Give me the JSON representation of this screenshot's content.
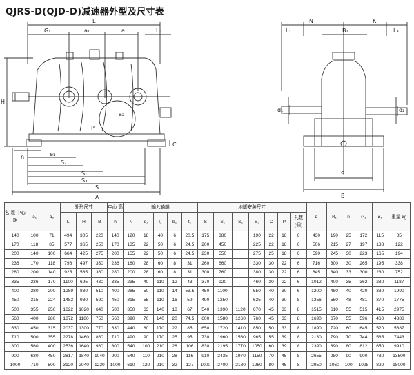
{
  "title": "QJRS-D(QJD-D)减速器外型及尺寸表",
  "drawing_labels": {
    "L": "L",
    "G1": "G₁",
    "a1": "a₁",
    "L1": "L₁",
    "H": "H",
    "n": "n",
    "e1": "e₁",
    "S2": "S₂",
    "S1": "S₁",
    "S3": "S₃",
    "S": "S",
    "A": "A",
    "P": "P",
    "C": "C",
    "a2": "a₂",
    "N": "N",
    "K": "K",
    "B1": "B₁",
    "d1": "d₁",
    "d2": "d₂",
    "B": "B",
    "Ls": "L₃"
  },
  "table": {
    "head": {
      "center_distance": "名 義 中心距",
      "a1": "a₁",
      "a2": "a₂",
      "outline": "外形尺寸",
      "center_height": "中心 高",
      "shaft": "輸入轴端",
      "foot": "地脚安装尺寸",
      "A": "A",
      "B1": "B₁",
      "n": "n",
      "G1": "G₁",
      "e1": "e₁",
      "weight": "重量 kg",
      "L": "L",
      "H": "H",
      "B": "B",
      "h": "h",
      "N": "N",
      "d2": "d₂",
      "l2": "l₂",
      "b2": "b₂",
      "t2": "t₂",
      "S": "S",
      "S1": "S₁",
      "S2": "S₂",
      "S3": "S₃",
      "C": "C",
      "P": "P",
      "holes": "孔数 (個)"
    },
    "rows": [
      [
        "140",
        "100",
        "71",
        "494",
        "305",
        "220",
        "140",
        "120",
        "18",
        "40",
        "6",
        "20.5",
        "175",
        "380",
        "",
        "190",
        "22",
        "18",
        "6",
        "430",
        "190",
        "25",
        "172",
        "115",
        "85"
      ],
      [
        "170",
        "118",
        "85",
        "577",
        "365",
        "250",
        "170",
        "135",
        "22",
        "50",
        "6",
        "24.5",
        "200",
        "450",
        "",
        "225",
        "22",
        "18",
        "6",
        "506",
        "215",
        "27",
        "197",
        "138",
        "122"
      ],
      [
        "200",
        "140",
        "100",
        "664",
        "425",
        "275",
        "200",
        "155",
        "22",
        "50",
        "6",
        "24.5",
        "230",
        "550",
        "",
        "275",
        "25",
        "18",
        "6",
        "590",
        "245",
        "30",
        "223",
        "165",
        "194"
      ],
      [
        "236",
        "170",
        "118",
        "796",
        "497",
        "330",
        "236",
        "180",
        "28",
        "60",
        "8",
        "31",
        "260",
        "660",
        "",
        "330",
        "30",
        "22",
        "6",
        "716",
        "300",
        "30",
        "265",
        "195",
        "338"
      ],
      [
        "280",
        "200",
        "140",
        "925",
        "585",
        "360",
        "280",
        "200",
        "28",
        "60",
        "8",
        "31",
        "300",
        "760",
        "",
        "380",
        "30",
        "22",
        "6",
        "845",
        "340",
        "33",
        "300",
        "230",
        "752"
      ],
      [
        "335",
        "236",
        "170",
        "1100",
        "695",
        "430",
        "335",
        "235",
        "40",
        "110",
        "12",
        "43",
        "370",
        "920",
        "",
        "460",
        "30",
        "22",
        "6",
        "1012",
        "400",
        "35",
        "362",
        "280",
        "1187"
      ],
      [
        "400",
        "280",
        "200",
        "1289",
        "830",
        "510",
        "400",
        "285",
        "50",
        "110",
        "14",
        "53.5",
        "450",
        "1100",
        "",
        "550",
        "40",
        "30",
        "6",
        "1200",
        "480",
        "40",
        "420",
        "330",
        "1990"
      ],
      [
        "450",
        "315",
        "224",
        "1482",
        "930",
        "590",
        "450",
        "315",
        "55",
        "110",
        "16",
        "59",
        "490",
        "1250",
        "",
        "625",
        "40",
        "30",
        "8",
        "1356",
        "550",
        "48",
        "481",
        "370",
        "1775"
      ],
      [
        "500",
        "355",
        "250",
        "1622",
        "1020",
        "640",
        "500",
        "350",
        "63",
        "140",
        "18",
        "67",
        "540",
        "1390",
        "1120",
        "670",
        "45",
        "33",
        "8",
        "1515",
        "610",
        "55",
        "515",
        "415",
        "2975"
      ],
      [
        "560",
        "400",
        "280",
        "1872",
        "1180",
        "750",
        "560",
        "390",
        "70",
        "140",
        "20",
        "74.5",
        "600",
        "1580",
        "1260",
        "760",
        "45",
        "33",
        "8",
        "1690",
        "670",
        "55",
        "596",
        "460",
        "4388"
      ],
      [
        "630",
        "450",
        "315",
        "2037",
        "1300",
        "770",
        "630",
        "440",
        "80",
        "170",
        "22",
        "85",
        "650",
        "1720",
        "1410",
        "850",
        "50",
        "33",
        "8",
        "1890",
        "720",
        "60",
        "645",
        "520",
        "5687"
      ],
      [
        "710",
        "500",
        "355",
        "2278",
        "1460",
        "860",
        "710",
        "490",
        "90",
        "170",
        "25",
        "95",
        "730",
        "1960",
        "1560",
        "965",
        "55",
        "39",
        "8",
        "2130",
        "790",
        "70",
        "744",
        "585",
        "7443"
      ],
      [
        "800",
        "560",
        "400",
        "2536",
        "1640",
        "980",
        "800",
        "540",
        "100",
        "210",
        "28",
        "106",
        "830",
        "2195",
        "1770",
        "1050",
        "60",
        "39",
        "8",
        "2390",
        "890",
        "80",
        "812",
        "650",
        "9910"
      ],
      [
        "900",
        "630",
        "450",
        "2817",
        "1840",
        "1040",
        "900",
        "540",
        "110",
        "210",
        "28",
        "116",
        "910",
        "2435",
        "1970",
        "1150",
        "70",
        "45",
        "8",
        "2655",
        "980",
        "90",
        "900",
        "730",
        "13500"
      ],
      [
        "1000",
        "710",
        "500",
        "3120",
        "2040",
        "1220",
        "1000",
        "610",
        "120",
        "210",
        "32",
        "127",
        "1000",
        "2700",
        "2180",
        "1260",
        "80",
        "45",
        "8",
        "2950",
        "1060",
        "100",
        "1028",
        "820",
        "18000"
      ]
    ]
  }
}
